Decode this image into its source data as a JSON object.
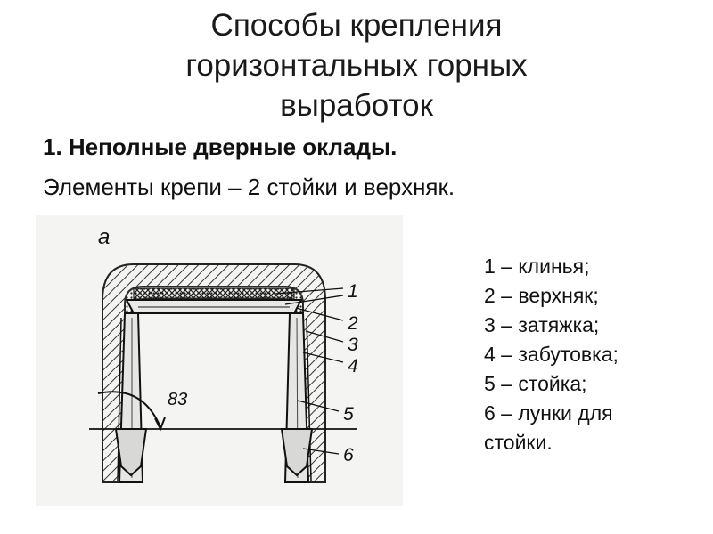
{
  "title": {
    "line1": "Способы крепления",
    "line2": "горизонтальных горных",
    "line3": "выработок"
  },
  "heading": "1. Неполные дверные оклады.",
  "description": "Элементы крепи – 2 стойки и верхняк.",
  "figure": {
    "letter": "а",
    "angle": "83",
    "callouts": [
      "1",
      "2",
      "3",
      "4",
      "5",
      "6"
    ]
  },
  "legend": {
    "items": [
      "1 – клинья;",
      "2 – верхняк;",
      "3 – затяжка;",
      "4 – забутовка;",
      "5 – стойка;",
      "6 – лунки для",
      "стойки."
    ]
  }
}
